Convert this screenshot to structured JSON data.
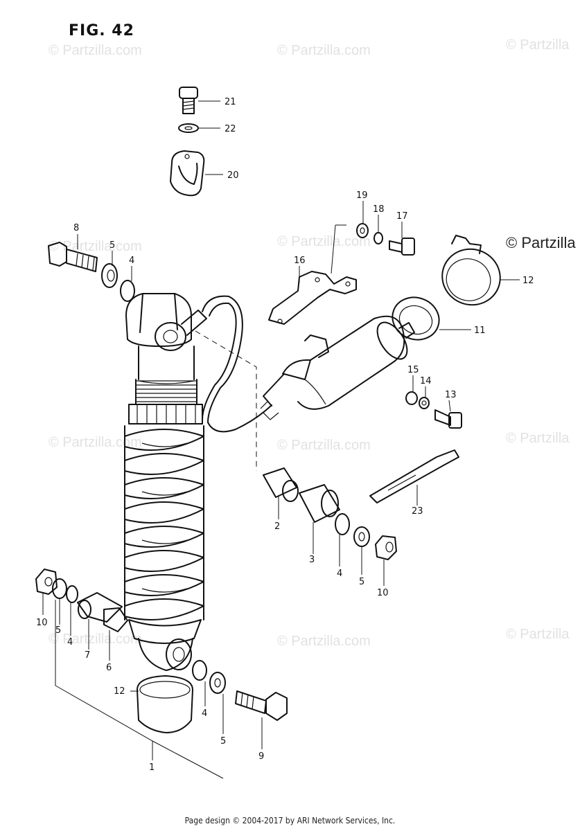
{
  "figure": {
    "title": "FIG. 42"
  },
  "watermark": {
    "text": "© Partzilla.com",
    "edge_text": "© Partzilla"
  },
  "footer": {
    "text": "Page design © 2004-2017 by ARI Network Services, Inc."
  },
  "callouts": {
    "c1": "1",
    "c2": "2",
    "c3": "3",
    "c4a": "4",
    "c4b": "4",
    "c4c": "4",
    "c4d": "4",
    "c5a": "5",
    "c5b": "5",
    "c5c": "5",
    "c5d": "5",
    "c6": "6",
    "c7": "7",
    "c8": "8",
    "c9": "9",
    "c10a": "10",
    "c10b": "10",
    "c11": "11",
    "c12a": "12",
    "c12b": "12",
    "c13": "13",
    "c14": "14",
    "c15": "15",
    "c16": "16",
    "c17": "17",
    "c18": "18",
    "c19": "19",
    "c20": "20",
    "c21": "21",
    "c22": "22",
    "c23": "23"
  }
}
